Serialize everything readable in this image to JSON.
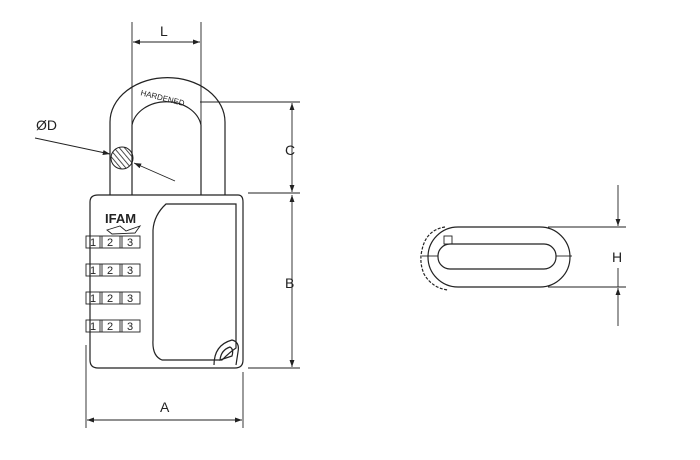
{
  "labels": {
    "L": "L",
    "D": "ØD",
    "C": "C",
    "B": "B",
    "A": "A",
    "H": "H",
    "hardened": "HARDENED",
    "brand": "IFAM"
  },
  "dials": [
    {
      "digits": [
        "1",
        "2",
        "3"
      ]
    },
    {
      "digits": [
        "1",
        "2",
        "3"
      ]
    },
    {
      "digits": [
        "1",
        "2",
        "3"
      ]
    },
    {
      "digits": [
        "1",
        "2",
        "3"
      ]
    }
  ]
}
